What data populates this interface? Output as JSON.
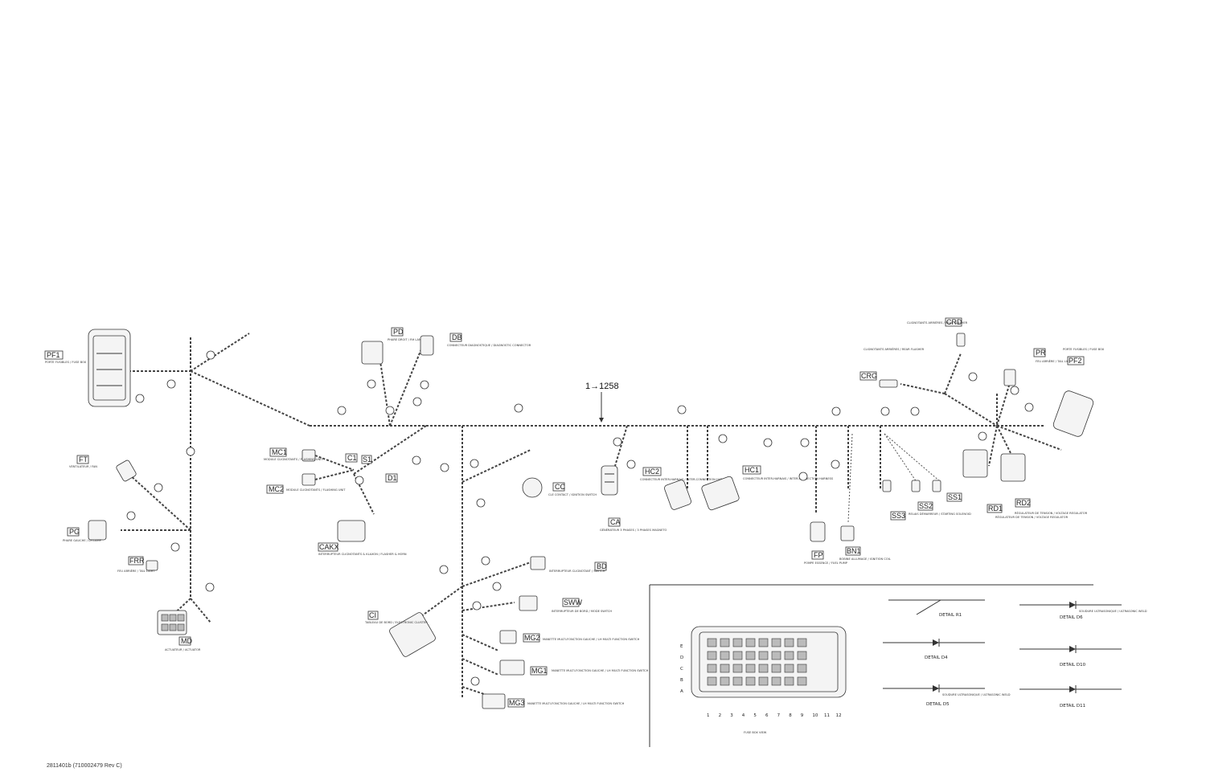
{
  "main_wire_label": "1→1258",
  "footer_ref": "2811401b (710002479 Rev C)",
  "connectors": {
    "pf1": {
      "code": "PF1",
      "desc": "PORTE FUSIBLES / FUSE BOX"
    },
    "ft": {
      "code": "FT",
      "desc": "VENTILATEUR / FAN"
    },
    "pg": {
      "code": "PG",
      "desc": "PHARE GAUCHE / LH LAMP"
    },
    "frr": {
      "code": "FRR",
      "desc": "FEU ARRIÈRE / TAIL LIGHT"
    },
    "md": {
      "code": "MD",
      "desc": "ACTUATEUR / ACTUATOR"
    },
    "mc1": {
      "code": "MC1",
      "desc": "MODULE CLIGNOTANTS / FLASHING UNIT"
    },
    "mc2": {
      "code": "MC2",
      "desc": "MODULE CLIGNOTANTS / FLASHING UNIT"
    },
    "c1": {
      "code": "C1"
    },
    "s1": {
      "code": "S1"
    },
    "d1": {
      "code": "D1"
    },
    "cakx": {
      "code": "CAKX",
      "desc": "INTERRUPTEUR CLIGNOTANTS & KLAXON / FLASHER & HORN"
    },
    "pd": {
      "code": "PD",
      "desc": "PHARE DROIT / RH LAMP"
    },
    "db": {
      "code": "DB",
      "desc": "CONNECTEUR DIAGNOSTIQUE / DIAGNOSTIC CONNECTOR"
    },
    "cc": {
      "code": "CC",
      "desc": "CLE CONTACT / IGNITION SWITCH"
    },
    "ca": {
      "code": "CA",
      "desc": "GÉNÉRATEUR 3 PHASES / 3 PHASES MAGNETO"
    },
    "hc2": {
      "code": "HC2",
      "desc": "CONNECTEUR INTER-HARNAIS / INTER-CONNECTION HARNESS"
    },
    "hc1": {
      "code": "HC1",
      "desc": "CONNECTEUR INTER-HARNAIS / INTER-CONNECTION HARNESS"
    },
    "fp": {
      "code": "FP",
      "desc": "POMPE ESSENCE / FUEL PUMP"
    },
    "bn1": {
      "code": "BN1",
      "desc": "BOBINE ALLUMAGE / IGNITION COIL"
    },
    "ss3": {
      "code": "SS3"
    },
    "ss2": {
      "code": "SS2",
      "desc": "RELAIS DÉMARREUR / STARTING SOLENOID"
    },
    "ss1": {
      "code": "SS1"
    },
    "rd1": {
      "code": "RD1",
      "desc": "RÉGULATEUR DE TENSION / VOLTAGE REGULATOR"
    },
    "rd2": {
      "code": "RD2",
      "desc": "RÉGULATEUR DE TENSION / VOLTAGE REGULATOR"
    },
    "crd": {
      "code": "CRD",
      "desc": "CLIGNOTANTS ARRIÈRES / REAR FLASHER"
    },
    "crg": {
      "code": "CRG",
      "desc": "CLIGNOTANTS ARRIÈRES / REAR FLASHER"
    },
    "pr": {
      "code": "PR",
      "desc": "FEU ARRIÈRE / TAIL LIGHT"
    },
    "pf2": {
      "code": "PF2",
      "desc": "PORTE FUSIBLES / FUSE BOX"
    },
    "cl": {
      "code": "CI",
      "desc": "TABLEAU DE BORD / ELECTRONIC CLUSTER"
    },
    "bd": {
      "code": "BD",
      "desc": "INTERRUPTEUR CLIGNOTANT / SWITCH"
    },
    "sww": {
      "code": "SWW",
      "desc": "INTERRUPTEUR DE BORD / MODE SWITCH"
    },
    "mg2": {
      "code": "MG2",
      "desc": "MANETTE MULTI-FONCTION GAUCHE / LH MULTI FUNCTION SWITCH"
    },
    "mg1": {
      "code": "MG1",
      "desc": "MANETTE MULTI-FONCTION GAUCHE / LH MULTI FUNCTION SWITCH"
    },
    "mg3": {
      "code": "MG3",
      "desc": "MANETTE MULTI-FONCTION GAUCHE / LH MULTI FUNCTION SWITCH"
    }
  },
  "details": {
    "r1": "DETAIL R1",
    "d4": "DETAIL D4",
    "d5": "DETAIL D5",
    "d6": "DETAIL D6",
    "d10": "DETAIL D10",
    "d11": "DETAIL D11",
    "ultrasonic": "SOUDURE ULTRASONIQUE / ULTRASONIC WELD",
    "fuse_box_view": "FUSE BOX VIEW"
  },
  "fusebox": {
    "rows": [
      "E",
      "D",
      "C",
      "B",
      "A"
    ],
    "cols": [
      "1",
      "2",
      "3",
      "4",
      "5",
      "6",
      "7",
      "8",
      "9",
      "10",
      "11",
      "12"
    ]
  }
}
